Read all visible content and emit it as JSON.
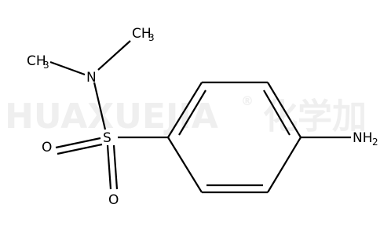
{
  "watermark": {
    "latin": "HUAXUEJIA",
    "registered": "®",
    "chinese": "化学加",
    "color": "#efefef"
  },
  "molecule": {
    "atoms": {
      "ch3_top": "CH",
      "ch3_top_sub": "3",
      "ch3_left": "CH",
      "ch3_left_sub": "3",
      "nitrogen": "N",
      "sulfur": "S",
      "oxygen_left": "O",
      "oxygen_bottom": "O",
      "amine": "NH",
      "amine_sub": "2"
    },
    "bond_color": "#000000"
  }
}
